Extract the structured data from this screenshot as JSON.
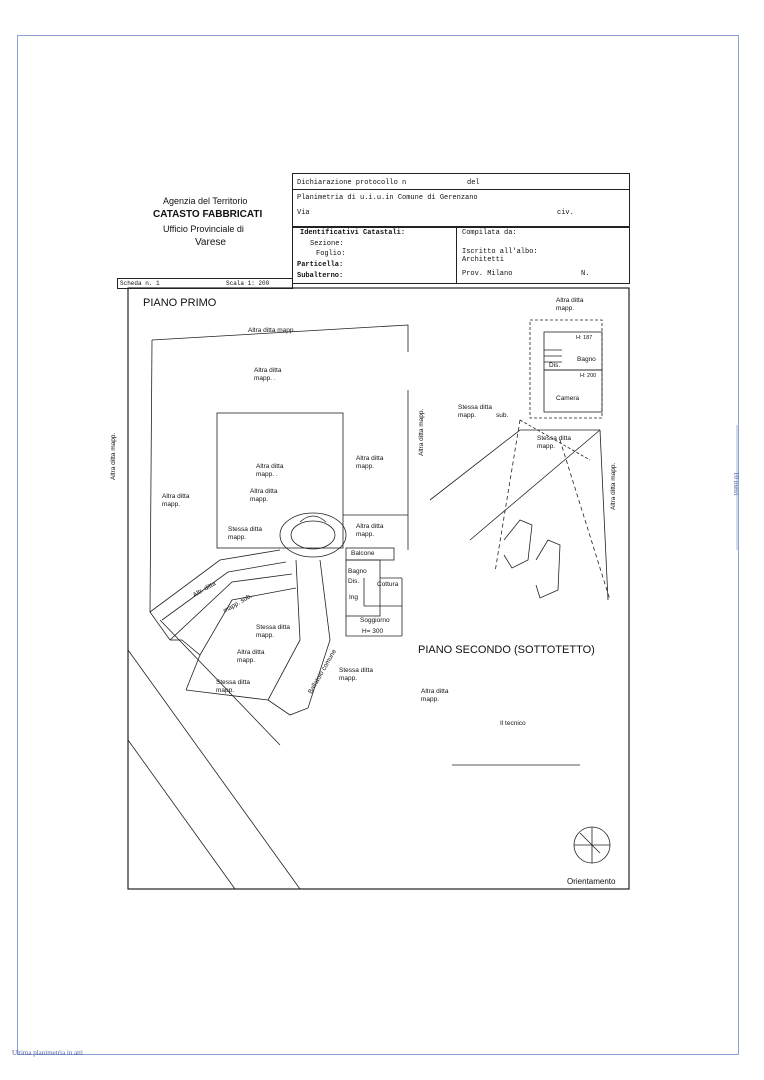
{
  "agency": {
    "line1": "Agenzia del Territorio",
    "line2": "CATASTO FABBRICATI",
    "line3": "Ufficio Provinciale di",
    "line4": "Varese"
  },
  "form": {
    "dichiarazione": "Dichiarazione protocollo n",
    "del": "del",
    "planimetria": "Planimetria di u.i.u.in Comune di Gerenzano",
    "via": "Via",
    "civ": "civ.",
    "identificativi": "Identificativi Catastali:",
    "sezione": "Sezione:",
    "foglio": "Foglio:",
    "particella": "Particella:",
    "subalterno": "Subalterno:",
    "compilata": "Compilata da:",
    "iscritto": "Iscritto all'albo:",
    "albo_value": "Architetti",
    "prov": "Prov. Milano",
    "num": "N.",
    "scheda": "Scheda n. 1",
    "scala": "Scala 1: 200"
  },
  "plan": {
    "piano_primo": "PIANO PRIMO",
    "piano_secondo": "PIANO SECONDO (SOTTOTETTO)",
    "orientamento": "Orientamento",
    "il_tecnico": "Il tecnico",
    "labels": {
      "altra_ditta_mapp": "Altra ditta mapp.",
      "altra_ditta": "Altra ditta",
      "mapp": "mapp.",
      "altra_ditta_mapp_dot": "mapp. .",
      "stessa_ditta": "Stessa ditta",
      "stessa_ditta_mapp": "mapp.",
      "stessa_ditta_sub": "sub.",
      "balcone": "Balcone",
      "bagno": "Bagno",
      "dis": "Dis.",
      "cottura": "Cottura",
      "ing": "Ing",
      "soggiorno": "Soggiorno",
      "h300": "H= 300",
      "ballatoio": "Ballatoio comune",
      "camera": "Camera",
      "h187": "H: 187",
      "h200": "H: 200",
      "altr_ditta": "Altr. ditta",
      "mapp_sub": "mapp. sub.",
      "altra_ditta_mapp_vert": "Altra ditta mapp."
    }
  },
  "margin": {
    "scale_note": "10 metri",
    "footer": "Ultima planimetria in atti"
  }
}
